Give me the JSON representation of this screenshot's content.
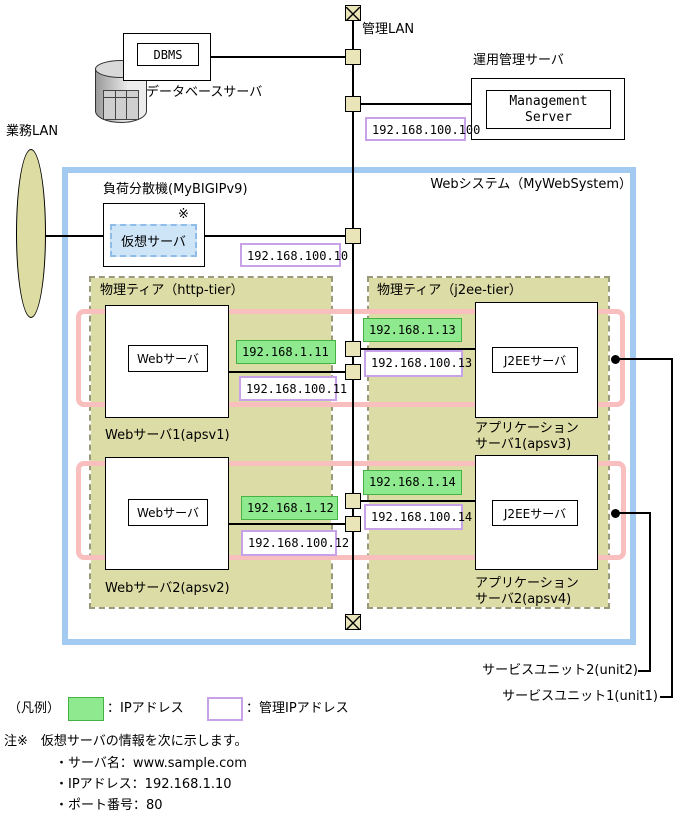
{
  "colors": {
    "ip_green_fill": "#8FE98F",
    "ip_green_border": "#44B344",
    "mgmt_ip_border": "#C8A2E8",
    "service_unit_pink": "#F9BEBE",
    "web_system_blue": "#A3CBF2",
    "tier_olive": "#DCDCA6",
    "lan_node_khaki": "#E9E5B8",
    "virtual_server_fill": "#CEE5F8",
    "virtual_server_border": "#8FBCE8"
  },
  "lans": {
    "management_label": "管理LAN",
    "business_label": "業務LAN"
  },
  "database": {
    "dbms_label": "DBMS",
    "server_label": "データベースサーバ"
  },
  "mgmt_server": {
    "title": "運用管理サーバ",
    "box_line1": "Management",
    "box_line2": "Server",
    "mgmt_ip": "192.168.100.100"
  },
  "web_system": {
    "label": "Webシステム（MyWebSystem）"
  },
  "load_balancer": {
    "label": "負荷分散機(MyBIGIPv9)",
    "note_mark": "※",
    "virtual_server_label": "仮想サーバ",
    "mgmt_ip": "192.168.100.10"
  },
  "tiers": {
    "http_label": "物理ティア（http-tier）",
    "j2ee_label": "物理ティア（j2ee-tier）"
  },
  "servers": {
    "web1": {
      "box": "Webサーバ",
      "label": "Webサーバ1(apsv1)",
      "ip": "192.168.1.11",
      "mgmt_ip": "192.168.100.11"
    },
    "web2": {
      "box": "Webサーバ",
      "label": "Webサーバ2(apsv2)",
      "ip": "192.168.1.12",
      "mgmt_ip": "192.168.100.12"
    },
    "j2ee1": {
      "box": "J2EEサーバ",
      "label_line1": "アプリケーション",
      "label_line2": "サーバ1(apsv3)",
      "ip": "192.168.1.13",
      "mgmt_ip": "192.168.100.13"
    },
    "j2ee2": {
      "box": "J2EEサーバ",
      "label_line1": "アプリケーション",
      "label_line2": "サーバ2(apsv4)",
      "ip": "192.168.1.14",
      "mgmt_ip": "192.168.100.14"
    }
  },
  "service_units": {
    "unit2_label": "サービスユニット2(unit2)",
    "unit1_label": "サービスユニット1(unit1)"
  },
  "legend": {
    "title": "（凡例）",
    "ip_label": "：IPアドレス",
    "mgmt_ip_label": "：管理IPアドレス"
  },
  "note": {
    "heading": "注※　仮想サーバの情報を次に示します。",
    "items": [
      "・サーバ名：www.sample.com",
      "・IPアドレス：192.168.1.10",
      "・ポート番号：80"
    ]
  }
}
